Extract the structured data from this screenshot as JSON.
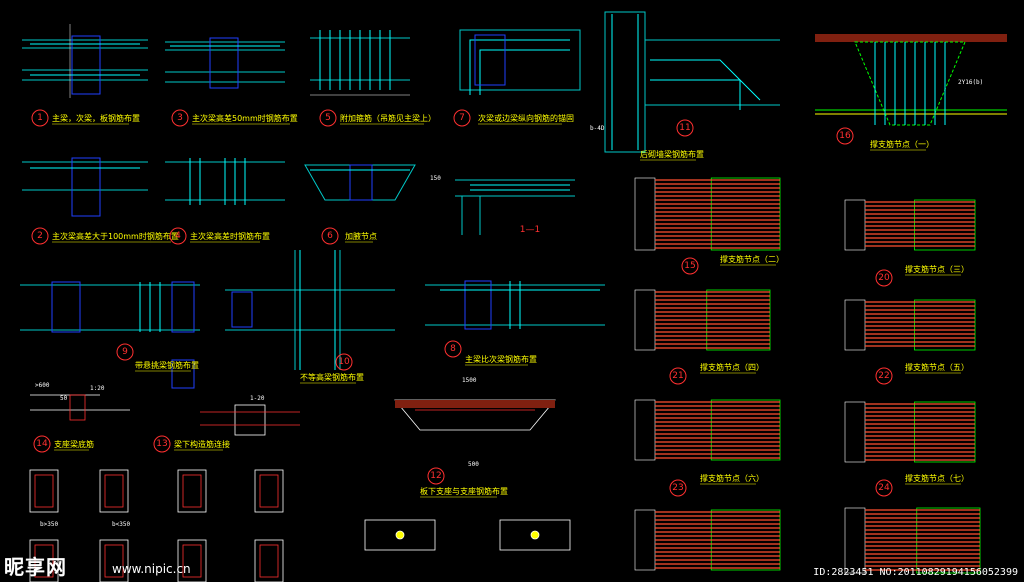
{
  "colors": {
    "background": "#000000",
    "beam": "#00c8c8",
    "rebar": "#00ffff",
    "stirrup": "#2040ff",
    "caption": "#ffff00",
    "detail_number": "#ff3030",
    "dimension": "#ffffff",
    "fiber": "#ff5030",
    "green_outline": "#00ff00"
  },
  "details": [
    {
      "num": "1",
      "caption": "主梁，次梁，板钢筋布置"
    },
    {
      "num": "3",
      "caption": "主次梁高差50mm时钢筋布置"
    },
    {
      "num": "5",
      "caption": "附加箍筋（吊筋见主梁上）"
    },
    {
      "num": "7",
      "caption": "次梁或边梁纵向钢筋的锚固"
    },
    {
      "num": "2",
      "caption": "主次梁高差大于100mm时钢筋布置"
    },
    {
      "num": "4",
      "caption": "主次梁高差时钢筋布置"
    },
    {
      "num": "6",
      "caption": "加腋节点"
    },
    {
      "num": "1—1",
      "caption": ""
    },
    {
      "num": "9",
      "caption": "带悬挑梁钢筋布置"
    },
    {
      "num": "10",
      "caption": "不等高梁钢筋布置"
    },
    {
      "num": "8",
      "caption": "主梁比次梁钢筋布置"
    },
    {
      "num": "11",
      "caption": "后砌墙梁钢筋布置"
    },
    {
      "num": "12",
      "caption": "板下支座与支座钢筋布置"
    },
    {
      "num": "13",
      "caption": "梁下构造筋连接"
    },
    {
      "num": "14",
      "caption": "支座梁底筋"
    },
    {
      "num": "15",
      "caption": "撑支筋节点（二）"
    },
    {
      "num": "16",
      "caption": "撑支筋节点（一）"
    },
    {
      "num": "20",
      "caption": "撑支筋节点（三）"
    },
    {
      "num": "21",
      "caption": "撑支筋节点（四）"
    },
    {
      "num": "22",
      "caption": "撑支筋节点（五）"
    },
    {
      "num": "23",
      "caption": "撑支筋节点（六）"
    },
    {
      "num": "24",
      "caption": "撑支筋节点（七）"
    }
  ],
  "dimensions": {
    "d1": "b>350",
    "d2": "b<350",
    "d3": "50",
    "d4": ">600",
    "d5": "1:20",
    "d6": "1500",
    "d7": "500",
    "d8": "150",
    "d9": "1-20",
    "d10": "b-4D",
    "d11": "2Y16(b)"
  },
  "watermark": {
    "logo": "昵享网",
    "url": "www.nipic.cn",
    "id": "ID:2823451 NO:20110829194156052399"
  }
}
